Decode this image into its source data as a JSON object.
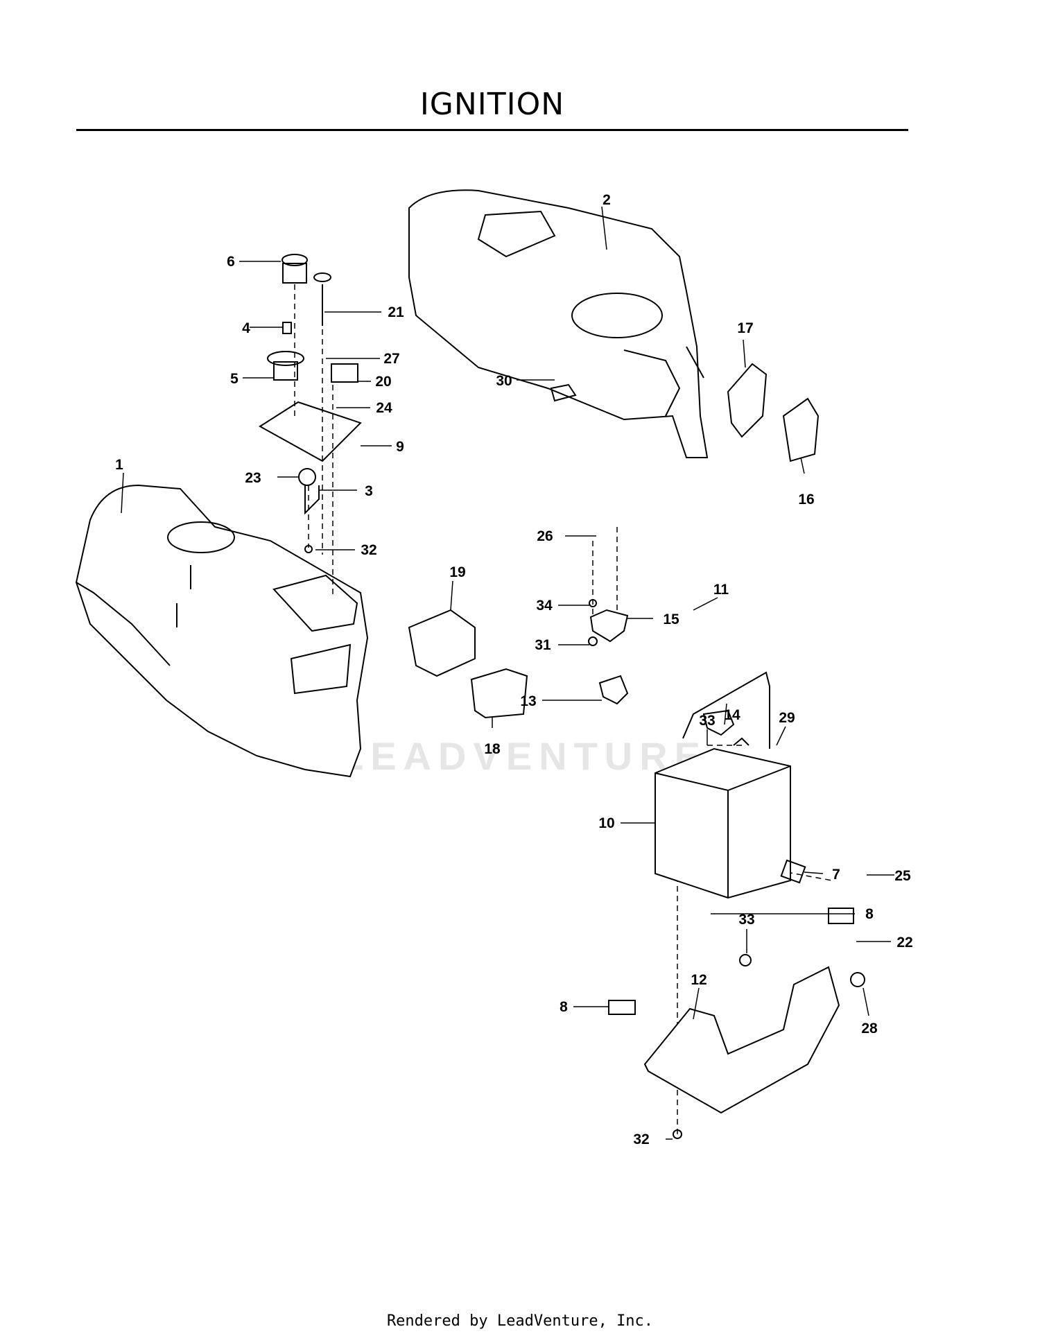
{
  "title": "IGNITION",
  "watermark": "LEADVENTURE",
  "footer": "Rendered by LeadVenture, Inc.",
  "callouts": [
    "1",
    "2",
    "3",
    "4",
    "5",
    "6",
    "7",
    "8",
    "9",
    "10",
    "11",
    "12",
    "13",
    "14",
    "15",
    "16",
    "17",
    "18",
    "19",
    "20",
    "21",
    "22",
    "23",
    "24",
    "25",
    "26",
    "27",
    "28",
    "29",
    "30",
    "31",
    "32",
    "33",
    "34"
  ]
}
